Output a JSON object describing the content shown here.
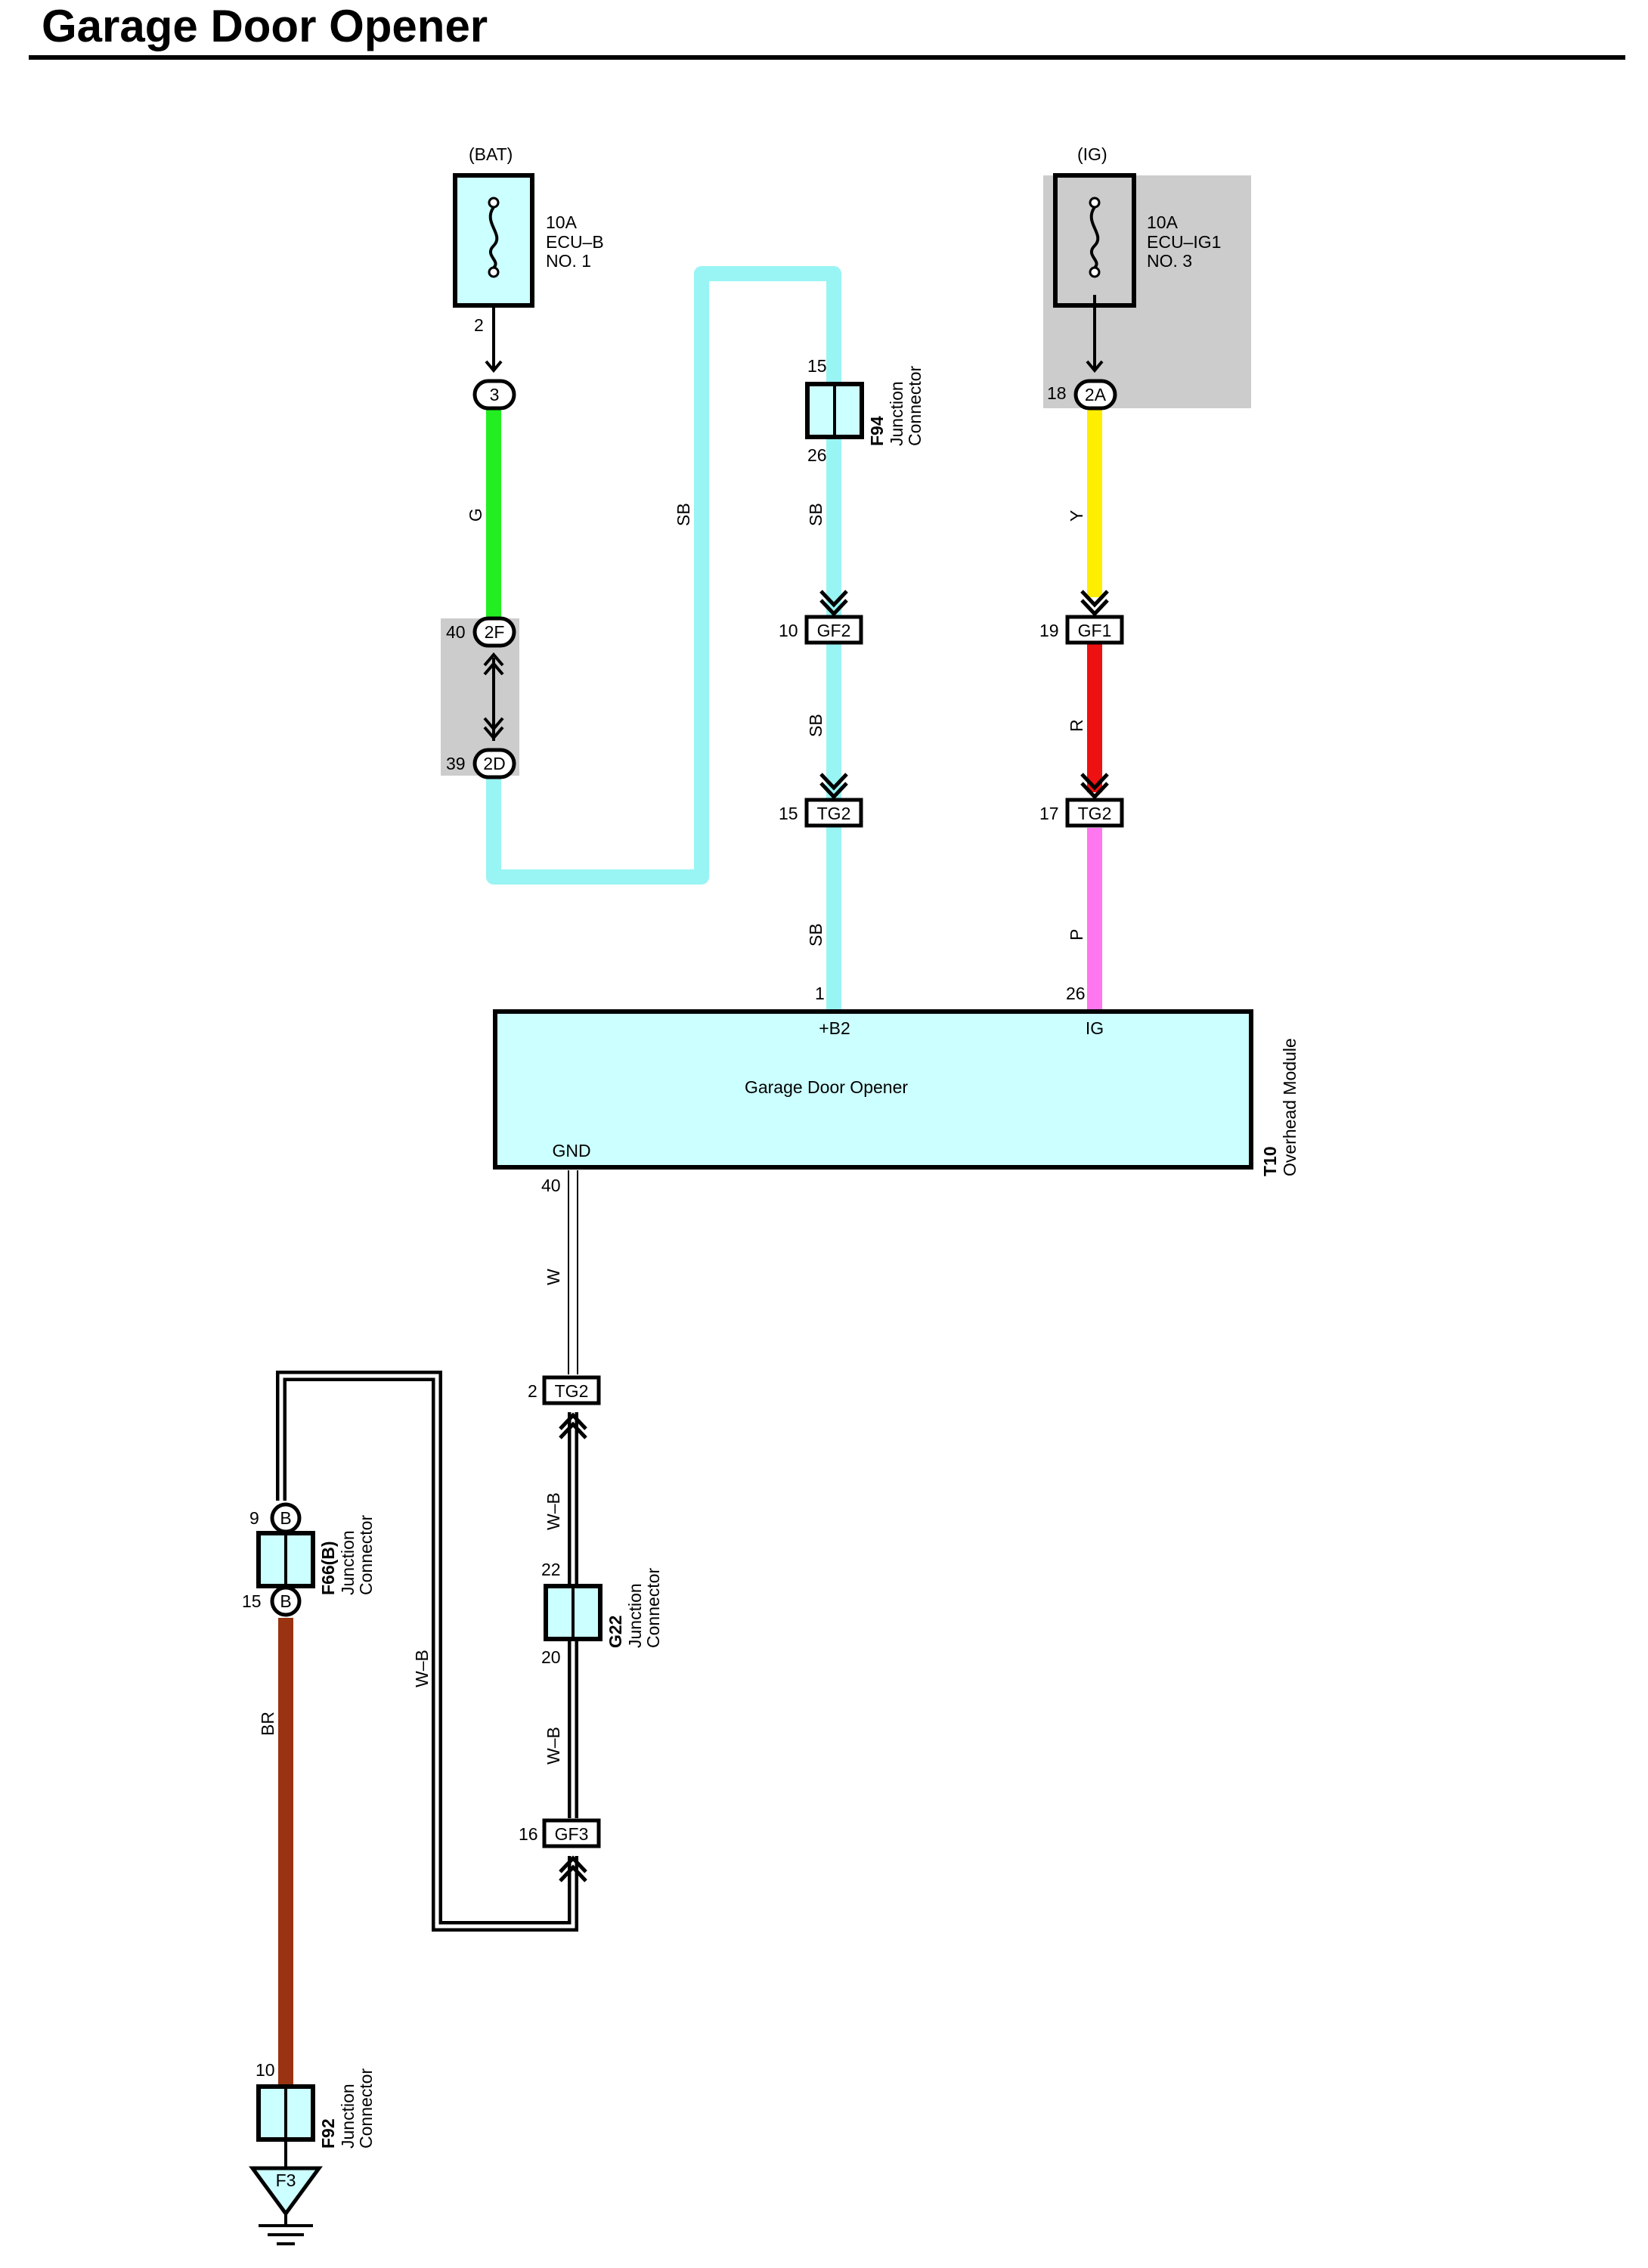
{
  "title": "Garage Door Opener",
  "colors": {
    "green": "#22ee22",
    "skyblue": "#99f4f4",
    "yellow": "#ffee00",
    "red": "#ee1111",
    "pink": "#ff77ee",
    "brown": "#993311",
    "gray": "#cccccc",
    "module_fill": "#ccffff"
  },
  "sources": {
    "bat": {
      "label": "(BAT)",
      "fuse_amp": "10A",
      "fuse_name": "ECU–B",
      "fuse_no": "NO. 1",
      "pin": "2"
    },
    "ig": {
      "label": "(IG)",
      "fuse_amp": "10A",
      "fuse_name": "ECU–IG1",
      "fuse_no": "NO. 3",
      "pin": "18"
    }
  },
  "connectors": {
    "c3": {
      "code": "3"
    },
    "c2f": {
      "code": "2F",
      "pin": "40"
    },
    "c2d": {
      "code": "2D",
      "pin": "39"
    },
    "c2a": {
      "code": "2A"
    },
    "gf2": {
      "code": "GF2",
      "pin": "10"
    },
    "tg2_sb": {
      "code": "TG2",
      "pin": "15"
    },
    "gf1": {
      "code": "GF1",
      "pin": "19"
    },
    "tg2_p": {
      "code": "TG2",
      "pin": "17"
    },
    "tg2_gnd": {
      "code": "TG2",
      "pin": "2"
    },
    "gf3": {
      "code": "GF3",
      "pin": "16"
    },
    "f66_b_top": {
      "code": "B",
      "pin": "9"
    },
    "f66_b_bot": {
      "code": "B",
      "pin": "15"
    }
  },
  "junctions": {
    "f94": {
      "id": "F94",
      "line1": "Junction",
      "line2": "Connector",
      "pin_top": "15",
      "pin_bottom": "26"
    },
    "g22": {
      "id": "G22",
      "line1": "Junction",
      "line2": "Connector",
      "pin_top": "22",
      "pin_bottom": "20"
    },
    "f66": {
      "id": "F66(B)",
      "line1": "Junction",
      "line2": "Connector"
    },
    "f92": {
      "id": "F92",
      "line1": "Junction",
      "line2": "Connector",
      "pin_top": "10"
    }
  },
  "wires": {
    "g": "G",
    "sb_loop": "SB",
    "sb1": "SB",
    "sb2": "SB",
    "sb3": "SB",
    "y": "Y",
    "r": "R",
    "p": "P",
    "w": "W",
    "wb1": "W–B",
    "wb2": "W–B",
    "wb3": "W–B",
    "br": "BR"
  },
  "module": {
    "name": "Garage Door Opener",
    "id": "T10",
    "desc": "Overhead Module",
    "pin_b2": "+B2",
    "pin_b2_no": "1",
    "pin_ig": "IG",
    "pin_ig_no": "26",
    "pin_gnd": "GND",
    "pin_gnd_no": "40"
  },
  "ground": {
    "code": "F3"
  }
}
